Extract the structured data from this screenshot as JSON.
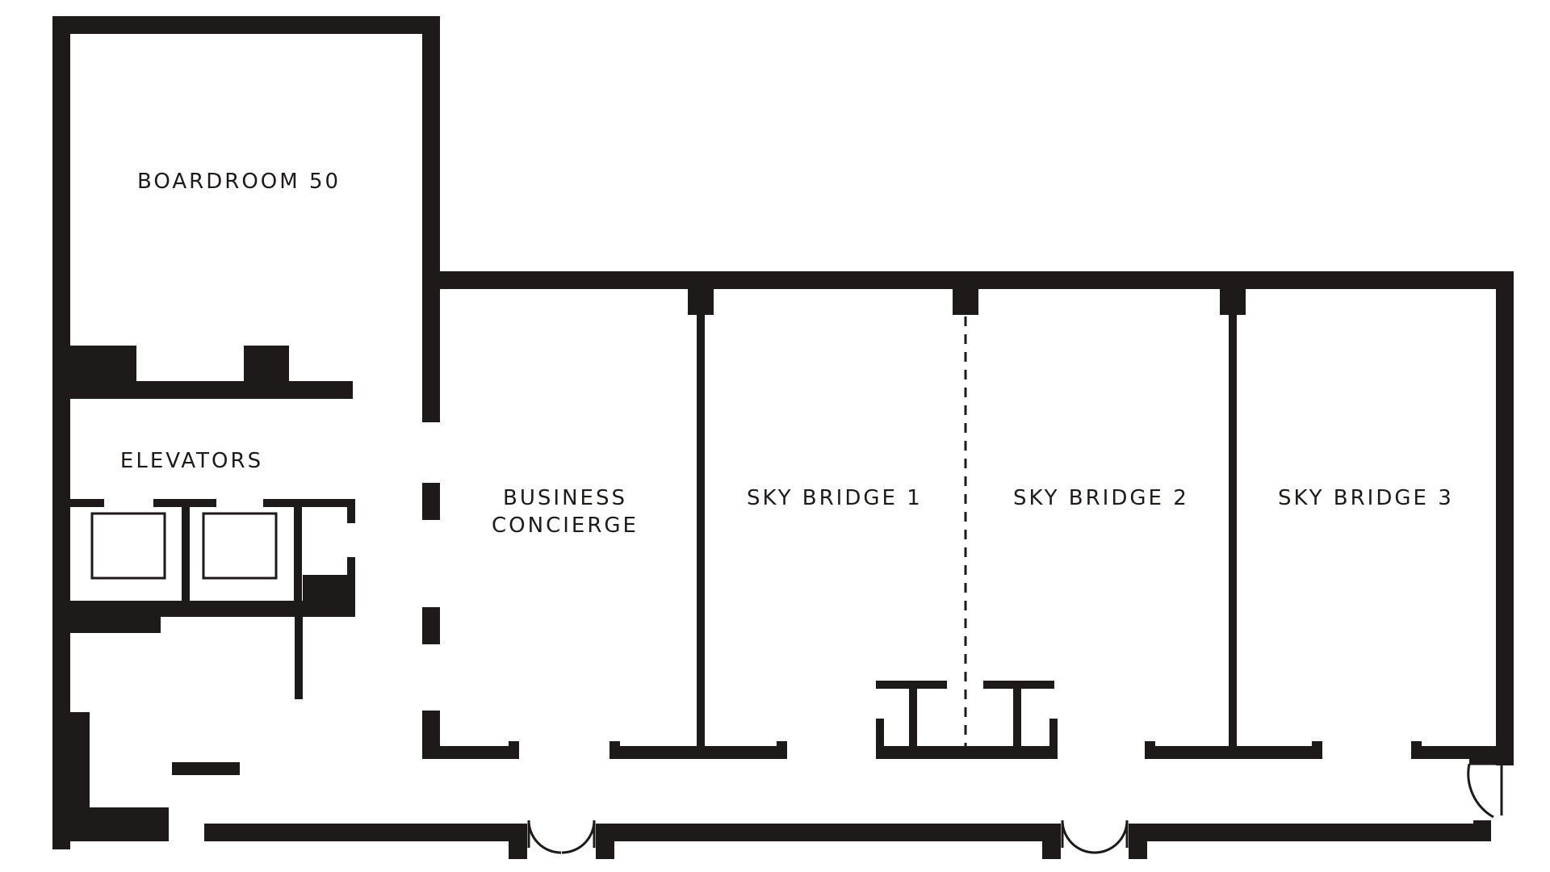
{
  "rooms": {
    "boardroom": "BOARDROOM 50",
    "elevators": "ELEVATORS",
    "business_line1": "BUSINESS",
    "business_line2": "CONCIERGE",
    "sky_bridge_1": "SKY BRIDGE 1",
    "sky_bridge_2": "SKY BRIDGE 2",
    "sky_bridge_3": "SKY BRIDGE 3"
  },
  "colors": {
    "wall": "#1d1a19",
    "background": "#ffffff"
  }
}
